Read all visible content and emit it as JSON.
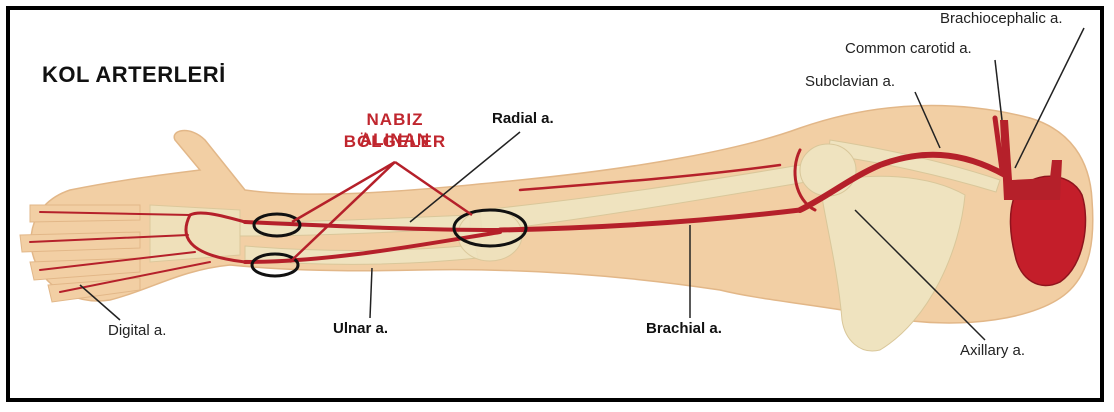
{
  "title": "KOL ARTERLERİ",
  "pulse_label_line1": "NABIZ ALINAN",
  "pulse_label_line2": "BÖLGELER",
  "labels": {
    "radial": "Radial a.",
    "brachiocephalic": "Brachiocephalic a.",
    "common_carotid": "Common carotid a.",
    "subclavian": "Subclavian a.",
    "digital": "Digital a.",
    "ulnar": "Ulnar a.",
    "brachial": "Brachial a.",
    "axillary": "Axillary a."
  },
  "colors": {
    "artery": "#b5202a",
    "skin": "#f2cfa4",
    "bone": "#efe3bf",
    "heart": "#c41e2a",
    "label_red": "#c0262e"
  }
}
